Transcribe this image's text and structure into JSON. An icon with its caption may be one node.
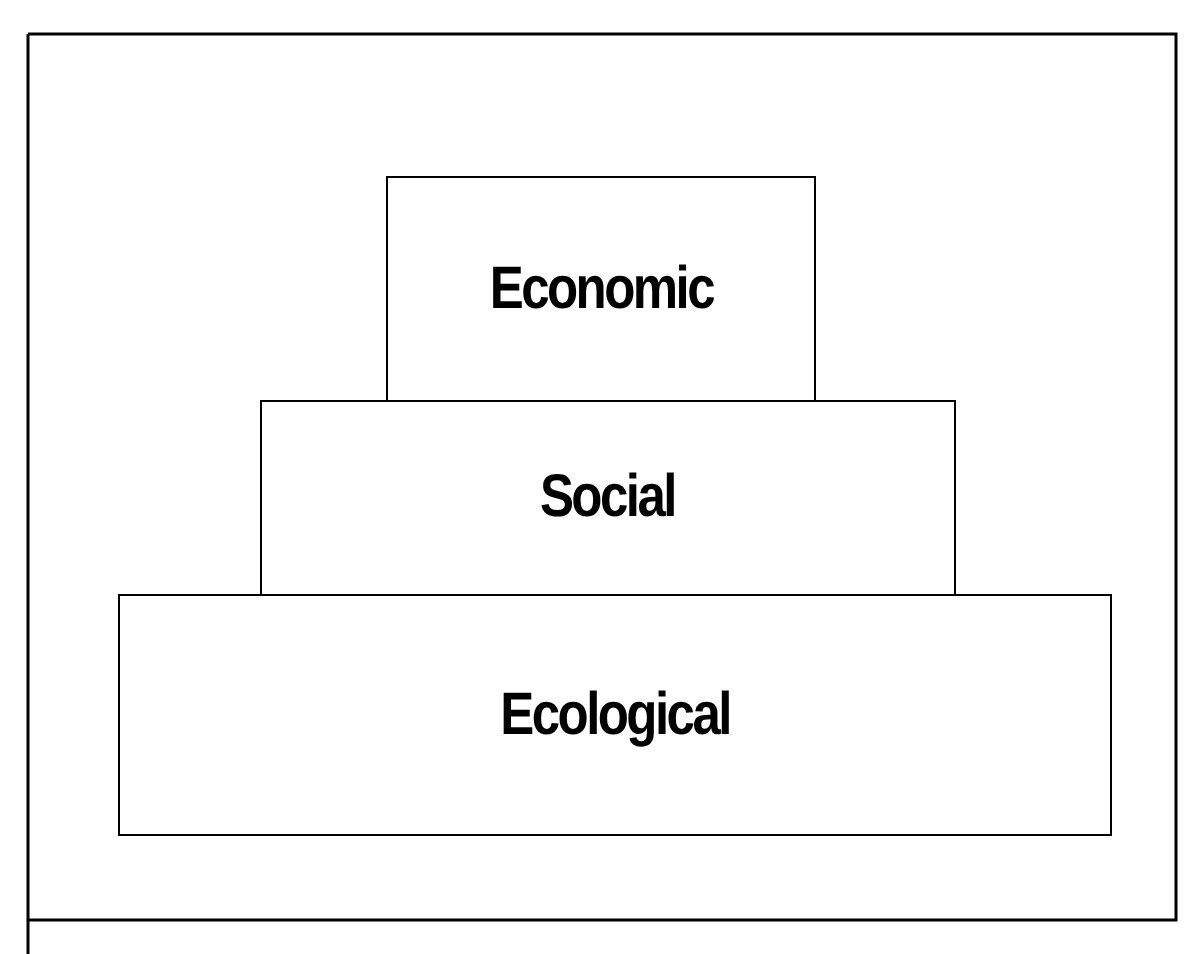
{
  "diagram": {
    "nodes": [
      {
        "text": [
          "Economic"
        ]
      },
      {
        "text": [
          "Social"
        ]
      },
      {
        "text": [
          "Ecological"
        ]
      }
    ]
  }
}
